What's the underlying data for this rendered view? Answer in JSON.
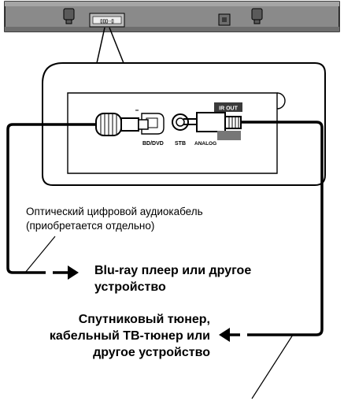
{
  "panel_labels": {
    "bd_dvd": "BD/DVD",
    "stb": "STB",
    "analog": "ANALOG",
    "ir_out": "IR OUT"
  },
  "captions": {
    "optical_cable_line1": "Оптический цифровой аудиокабель",
    "optical_cable_line2": "(приобретается отдельно)"
  },
  "destinations": {
    "bluray_line1": "Blu-ray плеер или другое",
    "bluray_line2": "устройство",
    "satellite_line1": "Спутниковый тюнер,",
    "satellite_line2": "кабельный ТВ-тюнер или",
    "satellite_line3": "другое устройство"
  },
  "colors": {
    "outline": "#000000",
    "bar_fill": "#8a8a8a",
    "bar_dark": "#5a5a5a",
    "background": "#ffffff"
  }
}
